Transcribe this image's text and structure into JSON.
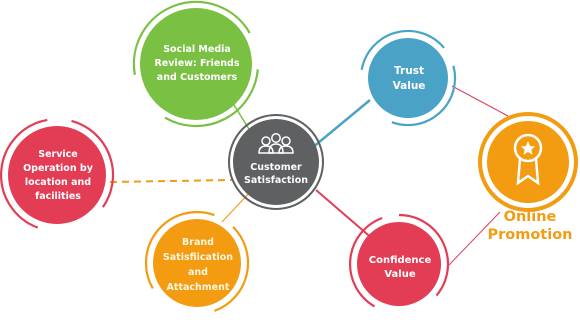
{
  "center": {
    "label_line1": "Customer",
    "label_line2": "Satisfaction",
    "icon": "users-group-icon",
    "color": "#5f6062"
  },
  "nodes": {
    "social": {
      "lines": [
        "Social Media",
        "Review: Friends",
        "and Customers"
      ],
      "color": "#7ac143"
    },
    "trust": {
      "lines": [
        "Trust",
        "Value"
      ],
      "color": "#4aa3c7"
    },
    "service": {
      "lines": [
        "Service",
        "Operation by",
        "location and",
        "facilities"
      ],
      "color": "#e23d55"
    },
    "brand": {
      "lines": [
        "Brand",
        "Satisfiication",
        "and",
        "Attachment"
      ],
      "color": "#f39c12"
    },
    "confidence": {
      "lines": [
        "Confidence",
        "Value"
      ],
      "color": "#e23d55"
    },
    "promotion": {
      "label_line1": "Online",
      "label_line2": "Promotion",
      "icon": "award-ribbon-icon",
      "color": "#f39c12"
    }
  },
  "connector_colors": {
    "social": "#7ac143",
    "trust": "#4aa3c7",
    "service": "#f39c12",
    "brand": "#f39c12",
    "confidence": "#e23d55",
    "promotion": "#e23d55"
  }
}
